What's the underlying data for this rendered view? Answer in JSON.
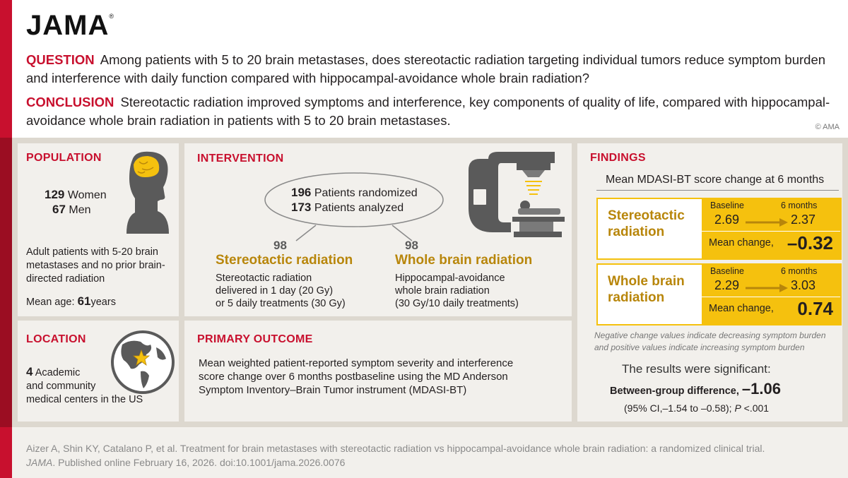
{
  "header": {
    "logo": "JAMA",
    "registered": "®",
    "question_label": "QUESTION",
    "question_text": "Among patients with 5 to 20 brain metastases, does stereotactic radiation targeting individual tumors reduce symptom burden and interference with daily function compared with hippocampal-avoidance whole brain radiation?",
    "conclusion_label": "CONCLUSION",
    "conclusion_text": "Stereotactic radiation improved symptoms and interference, key components of quality of life, compared with hippocampal-avoidance whole brain radiation in patients with 5 to 20 brain metastases.",
    "copyright": "© AMA"
  },
  "population": {
    "title": "POPULATION",
    "women_count": "129",
    "women_label": "Women",
    "men_count": "67",
    "men_label": "Men",
    "description": "Adult patients with 5-20 brain metastases and no prior brain-directed radiation",
    "mean_age_label": "Mean age:",
    "mean_age_value": "61",
    "mean_age_unit": "years"
  },
  "location": {
    "title": "LOCATION",
    "count": "4",
    "line1": "Academic",
    "line2": "and community",
    "line3": "medical centers in the US"
  },
  "intervention": {
    "title": "INTERVENTION",
    "randomized_count": "196",
    "randomized_label": "Patients randomized",
    "analyzed_count": "173",
    "analyzed_label": "Patients analyzed",
    "arm1_count": "98",
    "arm1_name": "Stereotactic radiation",
    "arm1_desc1": "Stereotactic radiation",
    "arm1_desc2": "delivered in 1 day (20 Gy)",
    "arm1_desc3": "or 5 daily treatments (30 Gy)",
    "arm2_count": "98",
    "arm2_name": "Whole brain radiation",
    "arm2_desc1": "Hippocampal-avoidance",
    "arm2_desc2": "whole brain radiation",
    "arm2_desc3": "(30 Gy/10 daily treatments)"
  },
  "outcome": {
    "title": "PRIMARY OUTCOME",
    "line1": "Mean weighted patient-reported symptom severity and interference",
    "line2": "score change over 6 months postbaseline using the MD Anderson",
    "line3": "Symptom Inventory–Brain Tumor instrument (MDASI-BT)"
  },
  "findings": {
    "title": "FINDINGS",
    "subtitle": "Mean MDASI-BT score change at 6 months",
    "groups": [
      {
        "label1": "Stereotactic",
        "label2": "radiation",
        "baseline_hdr": "Baseline",
        "months_hdr": "6 months",
        "baseline": "2.69",
        "six_months": "2.37",
        "change_label": "Mean change,",
        "change": "–0.32"
      },
      {
        "label1": "Whole brain",
        "label2": "radiation",
        "baseline_hdr": "Baseline",
        "months_hdr": "6 months",
        "baseline": "2.29",
        "six_months": "3.03",
        "change_label": "Mean change,",
        "change": "0.74"
      }
    ],
    "note1": "Negative change values indicate decreasing symptom burden",
    "note2": "and positive values indicate increasing symptom burden",
    "significant": "The results were significant:",
    "diff_label": "Between-group difference,",
    "diff_value": "–1.06",
    "ci_text": "(95% CI,–1.54 to –0.58);",
    "p_label": "P",
    "p_value": "<.001"
  },
  "footer": {
    "citation_line1": "Aizer A, Shin KY, Catalano P, et al. Treatment for brain metastases with stereotactic radiation vs hippocampal-avoidance whole brain radiation: a randomized clinical trial.",
    "journal": "JAMA",
    "citation_line2": ". Published online February 16, 2026. doi:10.1001/jama.2026.0076"
  },
  "colors": {
    "red": "#c8102e",
    "gold": "#b8860b",
    "yellow": "#f5c10e",
    "panel_bg": "#f2f0ec",
    "frame_bg": "#ddd8cf"
  },
  "icons": [
    "head-brain-icon",
    "globe-star-icon",
    "radiation-machine-icon",
    "arrow-right-icon"
  ]
}
